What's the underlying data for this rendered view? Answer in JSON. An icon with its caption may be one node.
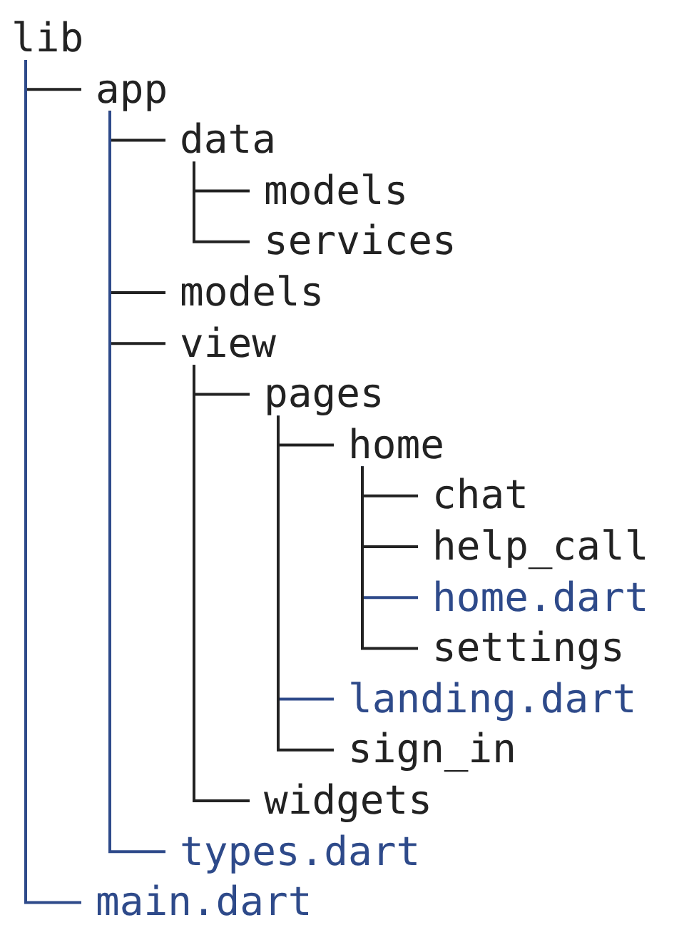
{
  "diagram": {
    "nodes": [
      {
        "text": [
          "lib"
        ]
      },
      {
        "text": [
          "app"
        ]
      },
      {
        "text": [
          "data"
        ]
      },
      {
        "text": [
          "models"
        ]
      },
      {
        "text": [
          "services"
        ]
      },
      {
        "text": [
          "models"
        ]
      },
      {
        "text": [
          "view"
        ]
      },
      {
        "text": [
          "pages"
        ]
      },
      {
        "text": [
          "home"
        ]
      },
      {
        "text": [
          "chat"
        ]
      },
      {
        "text": [
          "help_call"
        ]
      },
      {
        "text": [
          "home.dart"
        ]
      },
      {
        "text": [
          "settings"
        ]
      },
      {
        "text": [
          "landing.dart"
        ]
      },
      {
        "text": [
          "sign_in"
        ]
      },
      {
        "text": [
          "widgets"
        ]
      },
      {
        "text": [
          "types.dart"
        ]
      },
      {
        "text": [
          "main.dart"
        ]
      }
    ],
    "edges": [
      {
        "from": 0,
        "to": 1,
        "arrow": "none"
      },
      {
        "from": 1,
        "to": 2,
        "arrow": "none"
      },
      {
        "from": 2,
        "to": 3,
        "arrow": "none"
      },
      {
        "from": 2,
        "to": 4,
        "arrow": "none"
      },
      {
        "from": 1,
        "to": 5,
        "arrow": "none"
      },
      {
        "from": 1,
        "to": 6,
        "arrow": "none"
      },
      {
        "from": 6,
        "to": 7,
        "arrow": "none"
      },
      {
        "from": 7,
        "to": 8,
        "arrow": "none"
      },
      {
        "from": 8,
        "to": 9,
        "arrow": "none"
      },
      {
        "from": 8,
        "to": 10,
        "arrow": "none"
      },
      {
        "from": 8,
        "to": 11,
        "arrow": "none",
        "color": "#2e4a8a"
      },
      {
        "from": 8,
        "to": 12,
        "arrow": "none"
      },
      {
        "from": 7,
        "to": 13,
        "arrow": "none",
        "color": "#2e4a8a"
      },
      {
        "from": 7,
        "to": 14,
        "arrow": "none"
      },
      {
        "from": 6,
        "to": 15,
        "arrow": "none"
      },
      {
        "from": 1,
        "to": 16,
        "arrow": "none",
        "color": "#2e4a8a"
      },
      {
        "from": 0,
        "to": 17,
        "arrow": "none",
        "color": "#2e4a8a"
      }
    ]
  }
}
